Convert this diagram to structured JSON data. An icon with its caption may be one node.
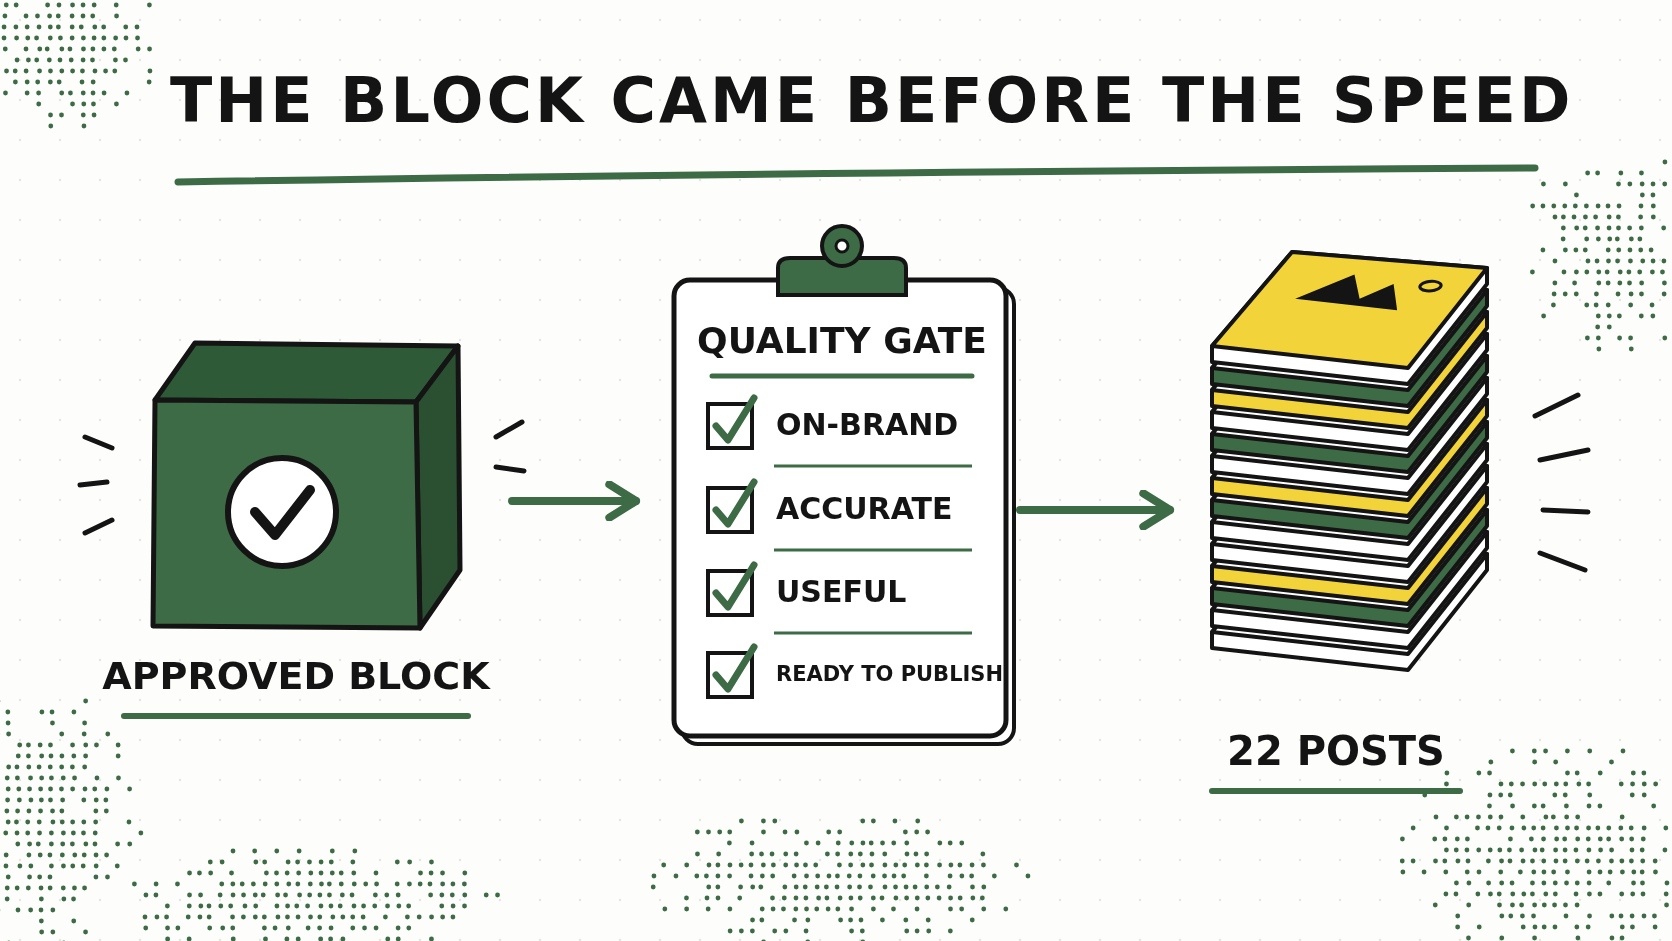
{
  "diagram": {
    "title": "THE BLOCK CAME BEFORE THE SPEED",
    "nodes": [
      {
        "text": [
          "APPROVED BLOCK"
        ]
      },
      {
        "text": [
          "QUALITY GATE",
          "ON-BRAND",
          "ACCURATE",
          "USEFUL",
          "READY TO PUBLISH"
        ]
      },
      {
        "text": [
          "22 POSTS"
        ]
      }
    ],
    "edges": [
      {
        "from": 0,
        "to": 1,
        "arrow": "to"
      },
      {
        "from": 1,
        "to": 2,
        "arrow": "to"
      }
    ]
  }
}
